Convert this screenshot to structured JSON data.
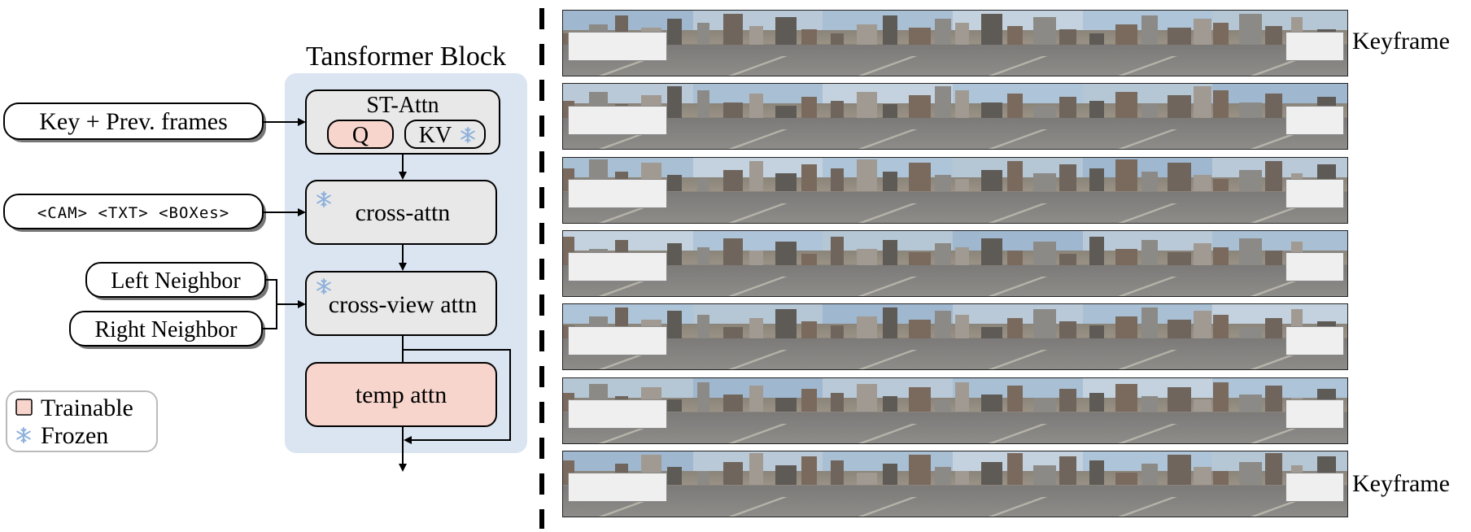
{
  "diagram": {
    "block_title": "Tansformer Block",
    "inputs": {
      "key_prev": "Key + Prev. frames",
      "conditions": "<CAM> <TXT> <BOXes>",
      "left_neighbor": "Left Neighbor",
      "right_neighbor": "Right Neighbor"
    },
    "st_attn": {
      "title": "ST-Attn",
      "q": "Q",
      "kv": "KV"
    },
    "cross_attn": "cross-attn",
    "cross_view_attn": "cross-view attn",
    "temp_attn": "temp attn",
    "legend": {
      "trainable": "Trainable",
      "frozen": "Frozen"
    },
    "icons": {
      "frozen": "snowflake-icon"
    },
    "colors": {
      "block_bg": "#dbe5f1",
      "trainable": "#f7d5cc",
      "module": "#e8e8e8",
      "frozen_icon": "#8fb2dc"
    }
  },
  "frames": {
    "keyframe_top": "Keyframe",
    "keyframe_bottom": "Keyframe",
    "row_count": 7,
    "view_count": 6
  }
}
